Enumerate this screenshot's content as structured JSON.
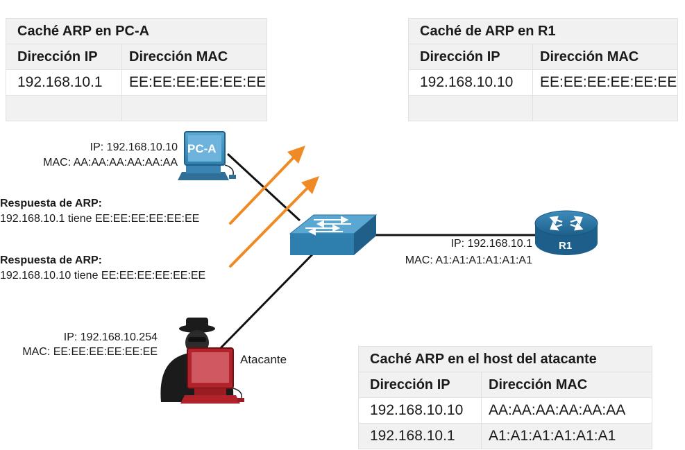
{
  "pca_table": {
    "title": "Caché ARP en PC-A",
    "col_ip": "Dirección IP",
    "col_mac": "Dirección MAC",
    "rows": [
      {
        "ip": "192.168.10.1",
        "mac": "EE:EE:EE:EE:EE:EE"
      },
      {
        "ip": "",
        "mac": ""
      }
    ]
  },
  "r1_table": {
    "title": "Caché de ARP en R1",
    "col_ip": "Dirección IP",
    "col_mac": "Dirección MAC",
    "rows": [
      {
        "ip": "192.168.10.10",
        "mac": "EE:EE:EE:EE:EE:EE"
      },
      {
        "ip": "",
        "mac": ""
      }
    ]
  },
  "attacker_table": {
    "title": "Caché ARP en el host del atacante",
    "col_ip": "Dirección IP",
    "col_mac": "Dirección MAC",
    "rows": [
      {
        "ip": "192.168.10.10",
        "mac": "AA:AA:AA:AA:AA:AA"
      },
      {
        "ip": "192.168.10.1",
        "mac": "A1:A1:A1:A1:A1:A1"
      }
    ]
  },
  "pca": {
    "name": "PC-A",
    "ip": "IP: 192.168.10.10",
    "mac": "MAC: AA:AA:AA:AA:AA:AA"
  },
  "r1": {
    "name": "R1",
    "ip": "IP: 192.168.10.1",
    "mac": "MAC: A1:A1:A1:A1:A1:A1"
  },
  "attacker": {
    "name": "Atacante",
    "ip": "IP: 192.168.10.254",
    "mac": "MAC: EE:EE:EE:EE:EE:EE"
  },
  "replies": [
    {
      "title": "Respuesta de ARP:",
      "text": "192.168.10.1 tiene EE:EE:EE:EE:EE:EE"
    },
    {
      "title": "Respuesta de ARP:",
      "text": "192.168.10.10 tiene EE:EE:EE:EE:EE:EE"
    }
  ],
  "colors": {
    "arrow": "#f08a24",
    "device_blue": "#2f7fae",
    "attacker_red": "#b2222a",
    "link": "#111111"
  },
  "icons": {
    "pca": "desktop-computer-icon",
    "switch": "switch-icon",
    "router": "router-icon",
    "attacker": "hacker-computer-icon"
  }
}
